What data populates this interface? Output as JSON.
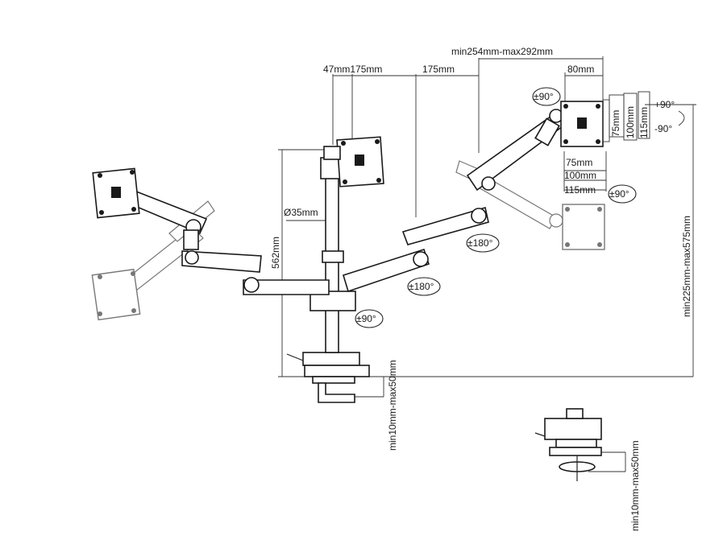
{
  "dimensions": {
    "top_range": "min254mm-max292mm",
    "offset_47_175": "47mm175mm",
    "arm_175": "175mm",
    "plate_80": "80mm",
    "pole_diameter": "Ø35mm",
    "pole_height": "562mm",
    "height_range": "min225mm-max575mm",
    "clamp_range_main": "min10mm-max50mm",
    "clamp_range_grommet": "min10mm-max50mm",
    "vesa_h_75": "75mm",
    "vesa_h_100": "100mm",
    "vesa_h_115": "115mm",
    "vesa_v_75": "75mm",
    "vesa_v_100": "100mm",
    "vesa_v_115": "115mm"
  },
  "rotations": {
    "tilt_top": "±90°",
    "tilt_up": "+90°",
    "tilt_down": "-90°",
    "swivel_plate": "±90°",
    "arm_outer": "±180°",
    "arm_inner": "±180°",
    "base_swivel": "±90°"
  }
}
